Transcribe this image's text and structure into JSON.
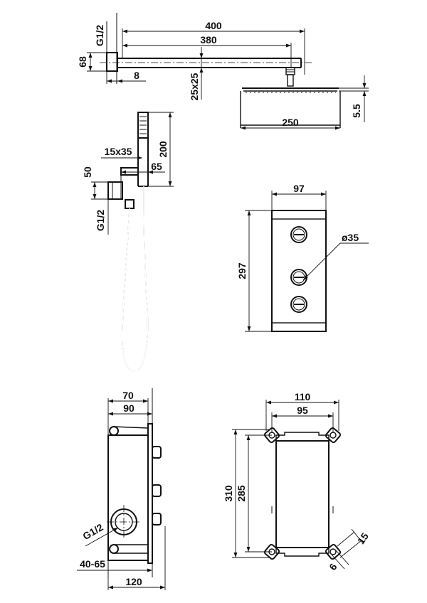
{
  "shower_arm": {
    "length_total": "400",
    "length_inner": "380",
    "flange_height": "68",
    "thread": "G1/2",
    "flange_depth": "8",
    "arm_section": "25x25"
  },
  "rain_head": {
    "width": "250",
    "thickness": "5.5"
  },
  "hand_shower": {
    "height": "200",
    "holder_section": "15x35",
    "holder_projection": "65",
    "outlet_height": "50",
    "thread": "G1/2"
  },
  "cover_plate": {
    "width": "97",
    "height": "297",
    "knob_diameter": "ø35"
  },
  "box_side": {
    "depth_front": "70",
    "depth_mid": "90",
    "thread": "G1/2",
    "adjust_range": "40-65",
    "depth_total": "120"
  },
  "box_front": {
    "width_outer": "110",
    "width_inner": "95",
    "height_outer": "310",
    "height_inner": "285",
    "lug_size": "15",
    "lug_hole": "6"
  }
}
